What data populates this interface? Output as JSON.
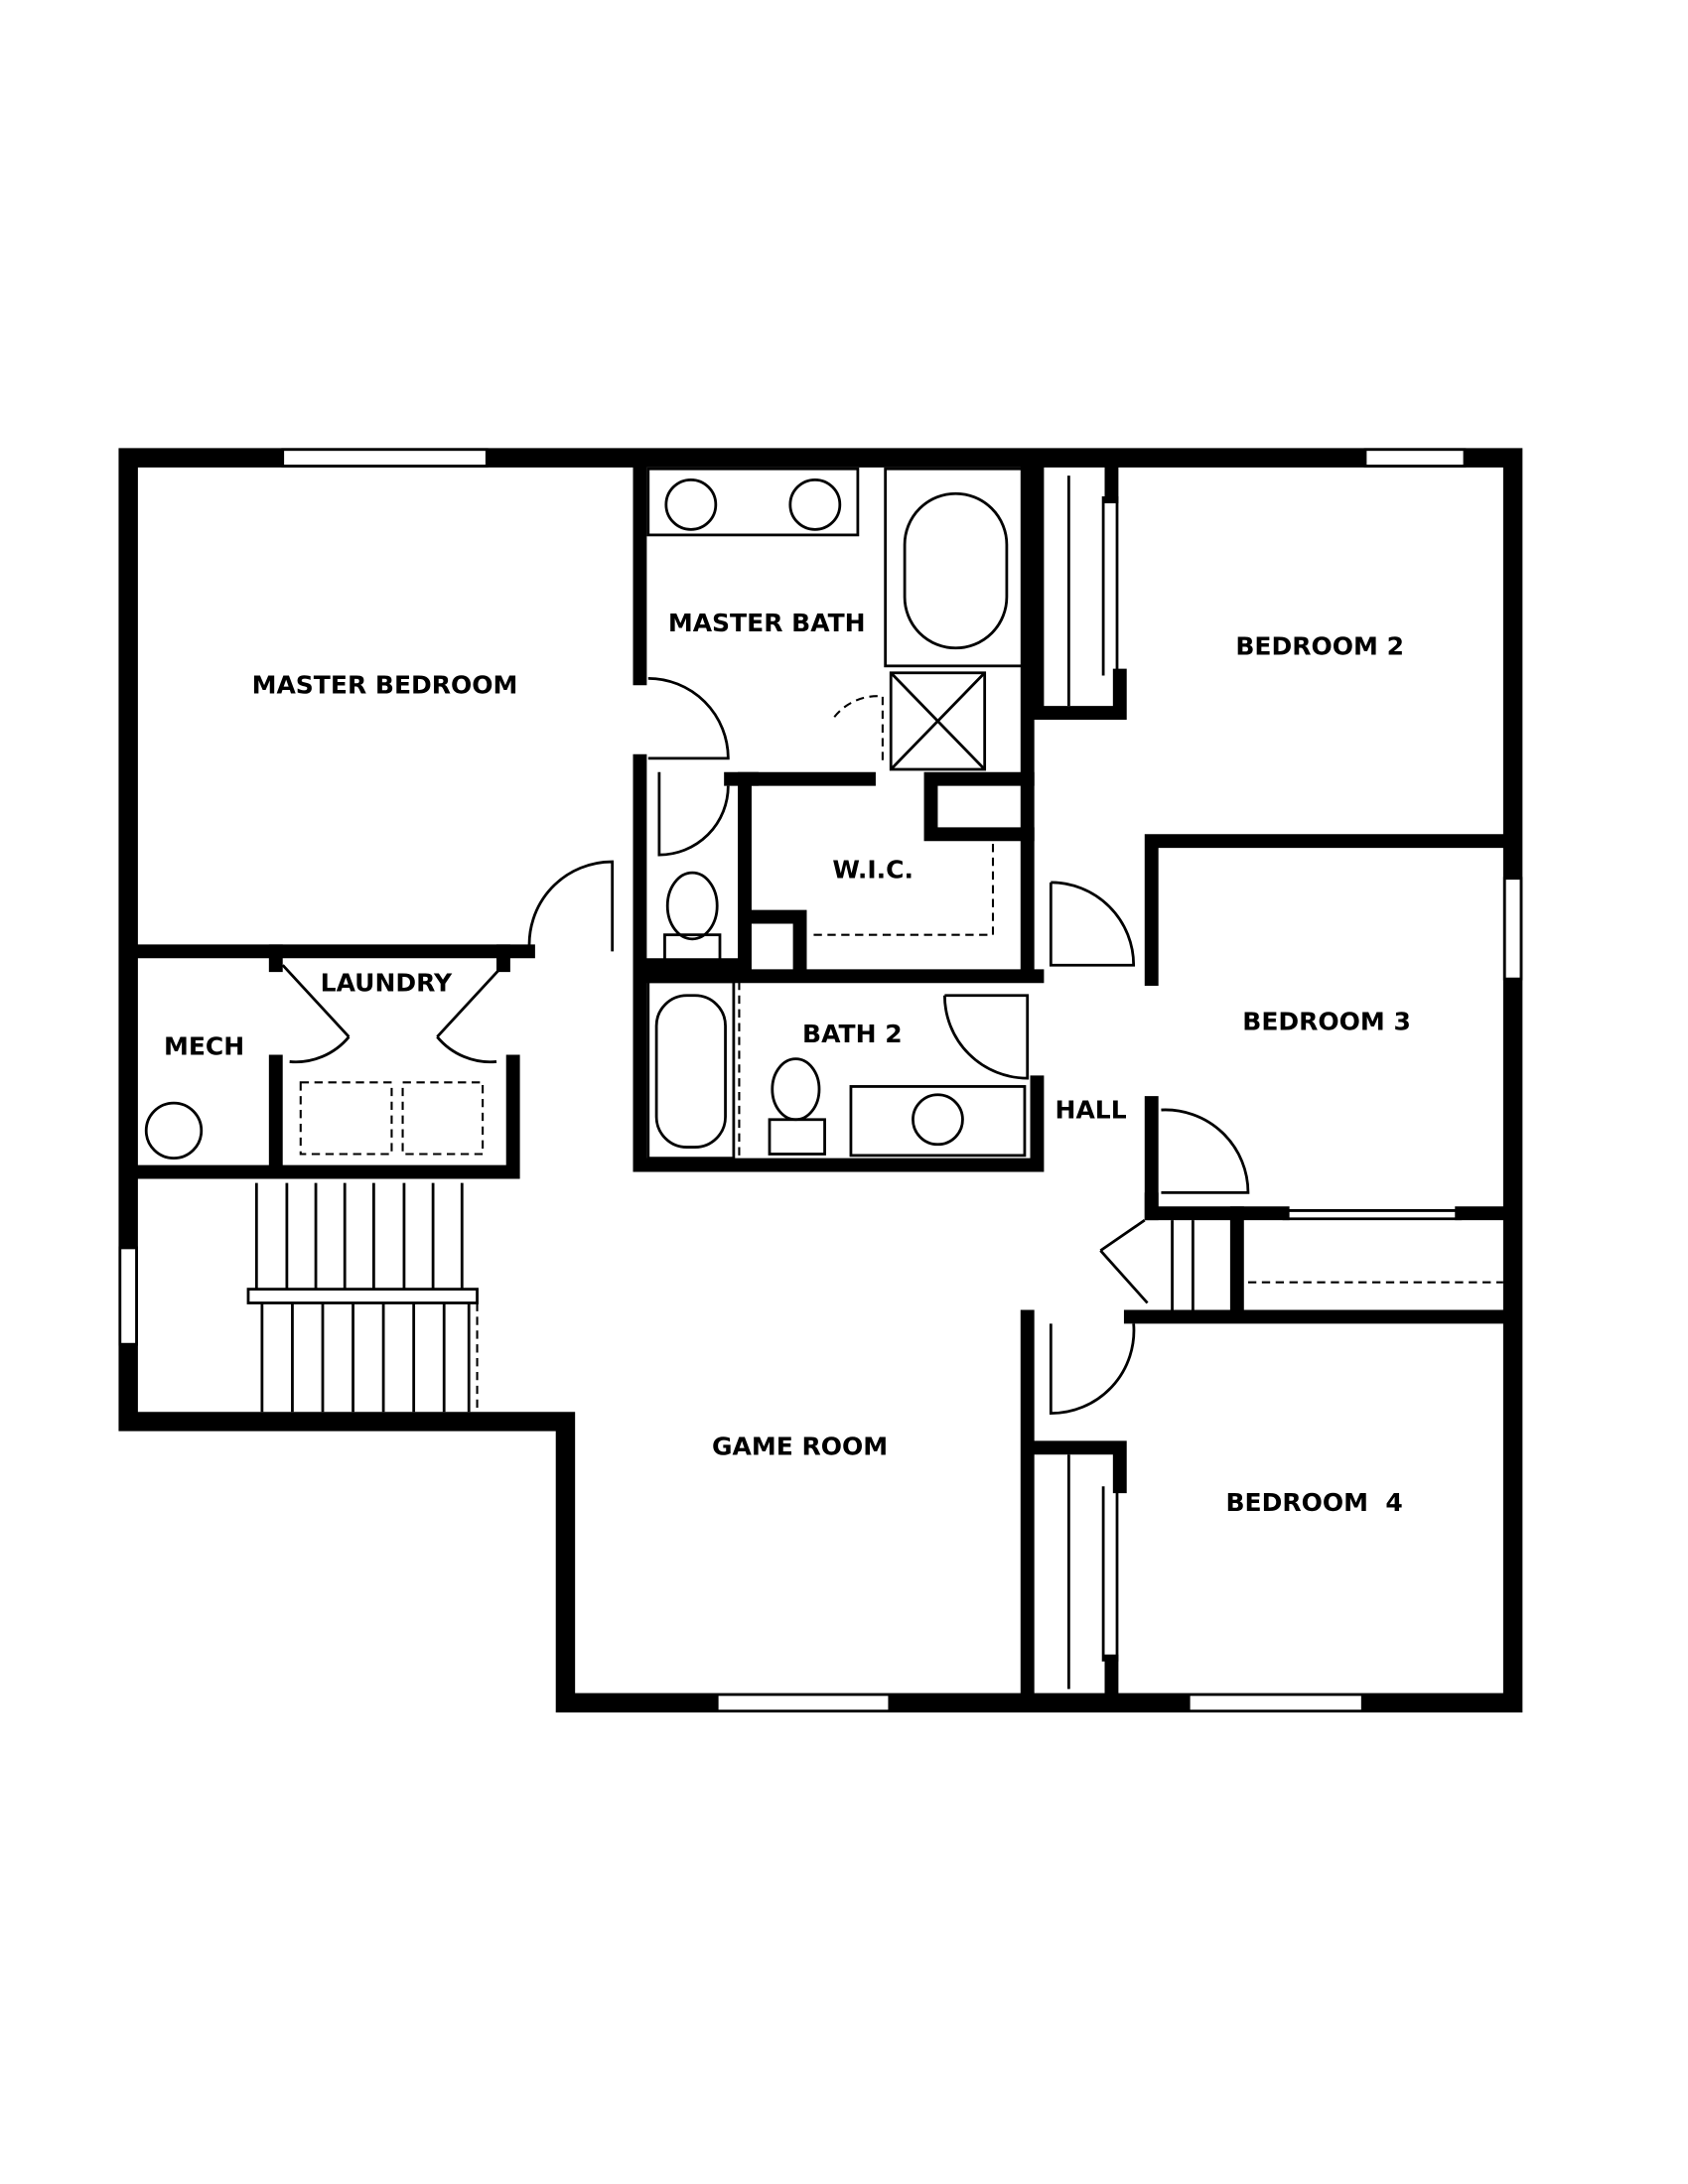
{
  "floor_plan": {
    "rooms": {
      "master_bedroom": "MASTER BEDROOM",
      "master_bath": "MASTER BATH",
      "wic": "W.I.C.",
      "bedroom_2": "BEDROOM 2",
      "bedroom_3": "BEDROOM 3",
      "bedroom_4": "BEDROOM  4",
      "laundry": "LAUNDRY",
      "mech": "MECH",
      "bath_2": "BATH 2",
      "hall": "HALL",
      "game_room": "GAME ROOM"
    }
  }
}
